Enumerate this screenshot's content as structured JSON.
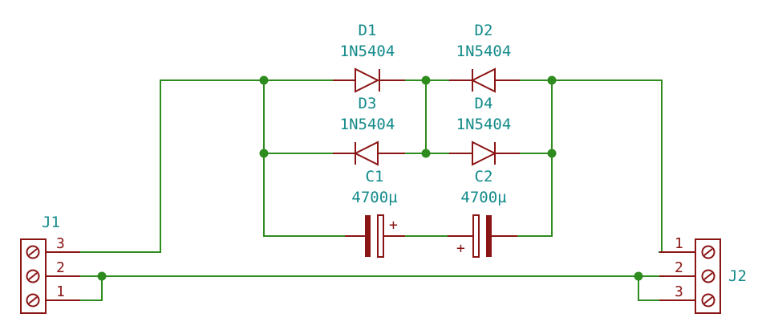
{
  "colors": {
    "wire": "#2e8b1e",
    "component": "#8b1414",
    "label": "#138a8a",
    "background": "#ffffff"
  },
  "components": {
    "D1": {
      "ref": "D1",
      "value": "1N5404"
    },
    "D2": {
      "ref": "D2",
      "value": "1N5404"
    },
    "D3": {
      "ref": "D3",
      "value": "1N5404"
    },
    "D4": {
      "ref": "D4",
      "value": "1N5404"
    },
    "C1": {
      "ref": "C1",
      "value": "4700µ",
      "polarity": "+"
    },
    "C2": {
      "ref": "C2",
      "value": "4700µ",
      "polarity": "+"
    },
    "J1": {
      "ref": "J1",
      "pins": [
        "3",
        "2",
        "1"
      ]
    },
    "J2": {
      "ref": "J2",
      "pins": [
        "1",
        "2",
        "3"
      ]
    }
  }
}
